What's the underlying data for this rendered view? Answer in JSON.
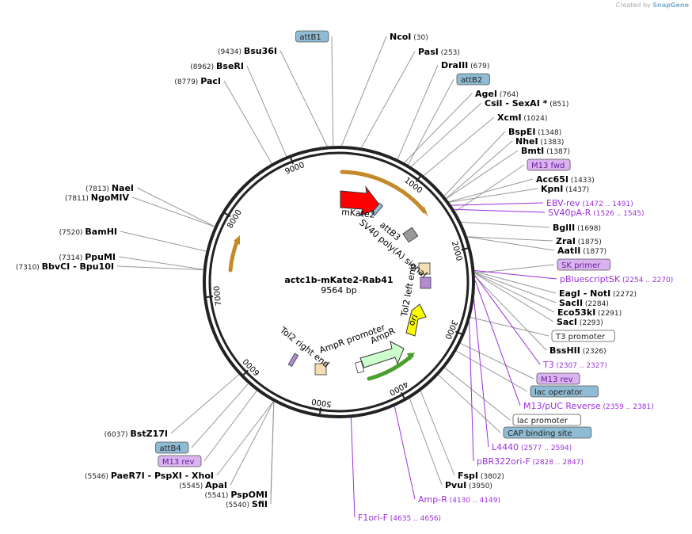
{
  "watermark": {
    "prefix": "Created by",
    "brand": "SnapGene"
  },
  "plasmid": {
    "name": "actc1b-mKate2-Rab41",
    "length_label": "9564 bp",
    "length": 9564
  },
  "ticks": [
    "1000",
    "2000",
    "3000",
    "4000",
    "5000",
    "6000",
    "7000",
    "8000",
    "9000"
  ],
  "sites": [
    {
      "name": "attB1",
      "boxed": "teal",
      "pos": null,
      "bp": null
    },
    {
      "name": "NcoI",
      "pos": "(30)",
      "bp": 30
    },
    {
      "name": "PasI",
      "pos": "(253)",
      "bp": 253
    },
    {
      "name": "DraIII",
      "pos": "(679)",
      "bp": 679
    },
    {
      "name": "attB2",
      "boxed": "teal",
      "pos": null,
      "bp": null
    },
    {
      "name": "AgeI",
      "pos": "(764)",
      "bp": 764
    },
    {
      "name": "CsiI",
      "extra": "- SexAI *",
      "pos": "(851)",
      "bp": 851
    },
    {
      "name": "XcmI",
      "pos": "(1024)",
      "bp": 1024
    },
    {
      "name": "BspEI",
      "pos": "(1348)",
      "bp": 1348
    },
    {
      "name": "NheI",
      "pos": "(1383)",
      "bp": 1383
    },
    {
      "name": "BmtI",
      "pos": "(1387)",
      "bp": 1387
    },
    {
      "name": "M13 fwd",
      "boxed": "purple",
      "pos": null,
      "bp": null
    },
    {
      "name": "Acc65I",
      "pos": "(1433)",
      "bp": 1433
    },
    {
      "name": "KpnI",
      "pos": "(1437)",
      "bp": 1437
    },
    {
      "name": "EBV-rev",
      "feature": true,
      "pos": "(1472 .. 1491)",
      "bp": 1480
    },
    {
      "name": "SV40pA-R",
      "feature": true,
      "pos": "(1526 .. 1545)",
      "bp": 1535
    },
    {
      "name": "BglII",
      "pos": "(1698)",
      "bp": 1698
    },
    {
      "name": "ZraI",
      "pos": "(1875)",
      "bp": 1875
    },
    {
      "name": "AatII",
      "pos": "(1877)",
      "bp": 1877
    },
    {
      "name": "SK primer",
      "boxed": "purple",
      "pos": null,
      "bp": null
    },
    {
      "name": "pBluescriptSK",
      "feature": true,
      "pos": "(2254 .. 2270)",
      "bp": 2262
    },
    {
      "name": "EagI",
      "extra": "- NotI",
      "pos": "(2272)",
      "bp": 2272
    },
    {
      "name": "SacII",
      "pos": "(2284)",
      "bp": 2284
    },
    {
      "name": "Eco53kI",
      "pos": "(2291)",
      "bp": 2291
    },
    {
      "name": "SacI",
      "pos": "(2293)",
      "bp": 2293
    },
    {
      "name": "T3 promoter",
      "boxed": "white",
      "pos": null,
      "bp": null
    },
    {
      "name": "BssHII",
      "pos": "(2326)",
      "bp": 2326
    },
    {
      "name": "T3",
      "feature": true,
      "pos": "(2307 .. 2327)",
      "bp": 2317
    },
    {
      "name": "M13 rev",
      "boxed": "purple",
      "pos": null,
      "bp": null
    },
    {
      "name": "lac operator",
      "boxed": "teal",
      "pos": null,
      "bp": null
    },
    {
      "name": "M13/pUC Reverse",
      "feature": true,
      "pos": "(2359 .. 2381)",
      "bp": 2370
    },
    {
      "name": "lac promoter",
      "boxed": "white",
      "pos": null,
      "bp": null
    },
    {
      "name": "CAP binding site",
      "boxed": "teal",
      "pos": null,
      "bp": null
    },
    {
      "name": "L4440",
      "feature": true,
      "pos": "(2577 .. 2594)",
      "bp": 2585
    },
    {
      "name": "pBR322ori-F",
      "feature": true,
      "pos": "(2828 .. 2847)",
      "bp": 2837
    },
    {
      "name": "FspI",
      "pos": "(3802)",
      "bp": 3802
    },
    {
      "name": "PvuI",
      "pos": "(3950)",
      "bp": 3950
    },
    {
      "name": "Amp-R",
      "feature": true,
      "pos": "(4130 .. 4149)",
      "bp": 4140
    },
    {
      "name": "F1ori-F",
      "feature": true,
      "pos": "(4635 .. 4656)",
      "bp": 4645
    },
    {
      "name": "SfiI",
      "pos": "(5540)",
      "bp": 5540
    },
    {
      "name": "PspOMI",
      "pos": "(5541)",
      "bp": 5541
    },
    {
      "name": "ApaI",
      "pos": "(5545)",
      "bp": 5545
    },
    {
      "name": "PaeR7I",
      "extra": "- PspXI  - XhoI",
      "pos": "(5546)",
      "bp": 5546
    },
    {
      "name": "M13 rev",
      "boxed": "purple",
      "pos": null,
      "bp": null
    },
    {
      "name": "attB4",
      "boxed": "teal",
      "pos": null,
      "bp": null
    },
    {
      "name": "BstZ17I",
      "pos": "(6037)",
      "bp": 6037
    },
    {
      "name": "BbvCI",
      "extra": "- Bpu10I",
      "pos": "(7310)",
      "bp": 7310
    },
    {
      "name": "PpuMI",
      "pos": "(7314)",
      "bp": 7314
    },
    {
      "name": "BamHI",
      "pos": "(7520)",
      "bp": 7520
    },
    {
      "name": "NgoMIV",
      "pos": "(7811)",
      "bp": 7811
    },
    {
      "name": "NaeI",
      "pos": "(7813)",
      "bp": 7813
    },
    {
      "name": "PacI",
      "pos": "(8779)",
      "bp": 8779
    },
    {
      "name": "BseRI",
      "pos": "(8962)",
      "bp": 8962
    },
    {
      "name": "Bsu36I",
      "pos": "(9434)",
      "bp": 9434
    }
  ],
  "features": [
    {
      "name": "mKate2",
      "color": "#ff0000"
    },
    {
      "name": "attB3",
      "color": "#8fbcd4"
    },
    {
      "name": "SV40 poly(A) signal",
      "color": "#999999"
    },
    {
      "name": "Tol2 left end",
      "color": "#f5deb3"
    },
    {
      "name": "ori",
      "color": "#ffff00"
    },
    {
      "name": "AmpR",
      "color": "#ccffcc"
    },
    {
      "name": "AmpR promoter",
      "color": "#ffffff"
    },
    {
      "name": "Tol2 right end",
      "color": "#f5deb3"
    }
  ],
  "colors": {
    "backbone": "#222222",
    "enzyme_line": "#999999",
    "primer": "#9b30d9",
    "orf_arrow": "#c48a2a"
  }
}
